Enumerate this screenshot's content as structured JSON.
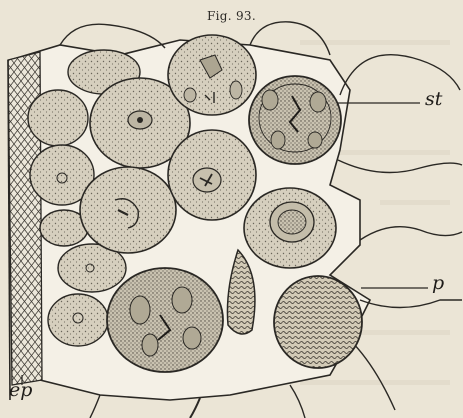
{
  "figure": {
    "title": "Fig. 93."
  },
  "labels": {
    "st": "st",
    "p": "p",
    "ep": "ep"
  },
  "colors": {
    "paper": "#ebe5d6",
    "ink": "#2a2824",
    "cell_fill": "#d8d2c2",
    "cell_wall": "#f7f4ec"
  }
}
